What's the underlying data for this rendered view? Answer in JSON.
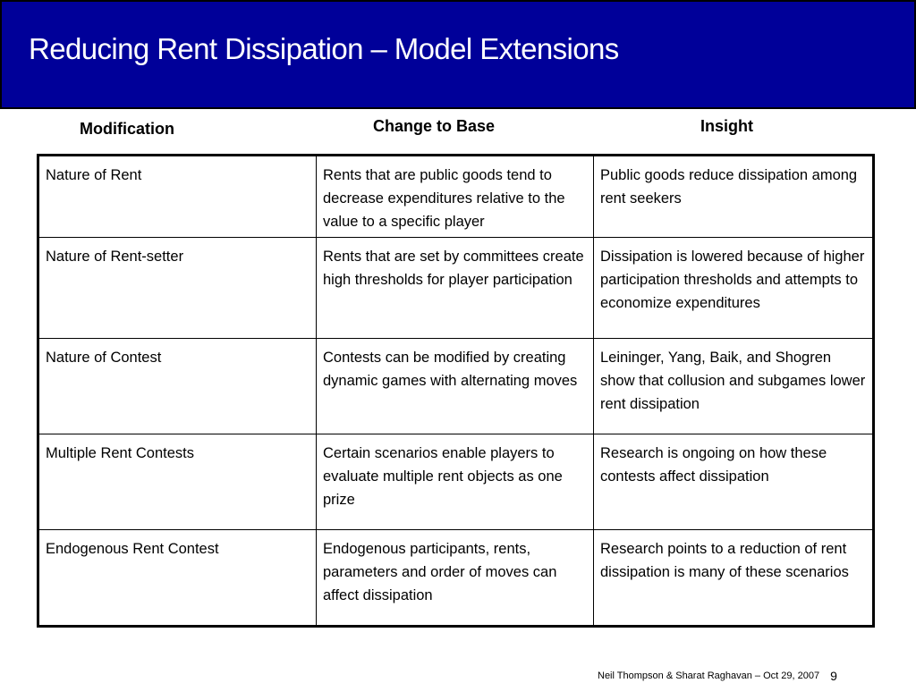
{
  "slide": {
    "title": "Reducing Rent Dissipation – Model Extensions",
    "title_bar_color": "#000099",
    "title_text_color": "#ffffff"
  },
  "table": {
    "headers": [
      "Modification",
      "Change to Base",
      "Insight"
    ],
    "rows": [
      {
        "modification": "Nature of Rent",
        "change": "Rents that are public goods tend to decrease expenditures relative to the value to a specific player",
        "insight": "Public goods reduce dissipation among rent seekers"
      },
      {
        "modification": "Nature of Rent-setter",
        "change": "Rents that are set by committees create high thresholds for player participation",
        "insight": "Dissipation is lowered because of higher participation thresholds and attempts to economize expenditures"
      },
      {
        "modification": "Nature of Contest",
        "change": "Contests can be modified by creating dynamic games with alternating moves",
        "insight": "Leininger, Yang, Baik, and Shogren show that collusion and subgames lower rent dissipation"
      },
      {
        "modification": "Multiple Rent Contests",
        "change": "Certain scenarios enable players to evaluate multiple rent objects as one prize",
        "insight": "Research is ongoing on how these contests affect dissipation"
      },
      {
        "modification": "Endogenous Rent Contest",
        "change": "Endogenous participants, rents, parameters and order of moves can affect dissipation",
        "insight": "Research points to a reduction of rent dissipation is many of these scenarios"
      }
    ]
  },
  "footer": {
    "text": "Neil Thompson & Sharat Raghavan – Oct 29, 2007",
    "page_number": "9"
  }
}
